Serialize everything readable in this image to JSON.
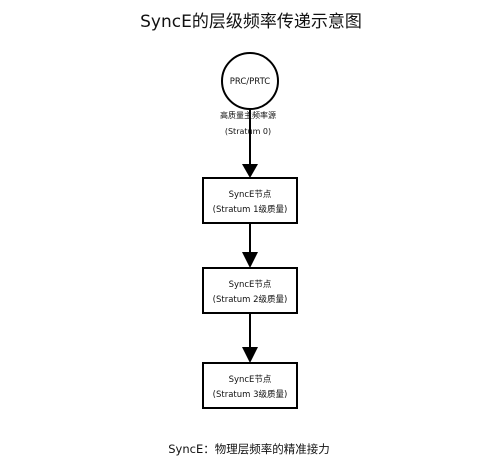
{
  "title": "SyncE的层级频率传递示意图",
  "source": {
    "label": "PRC/PRTC",
    "desc_line1": "高质量主频率源",
    "desc_line2": "(Stratum 0)"
  },
  "nodes": [
    {
      "line1": "SyncE节点",
      "line2": "(Stratum 1级质量)"
    },
    {
      "line1": "SyncE节点",
      "line2": "(Stratum 2级质量)"
    },
    {
      "line1": "SyncE节点",
      "line2": "(Stratum 3级质量)"
    }
  ],
  "caption": "SyncE：物理层频率的精准接力",
  "colors": {
    "stroke": "#000000",
    "text": "#111111",
    "background": "#ffffff"
  }
}
